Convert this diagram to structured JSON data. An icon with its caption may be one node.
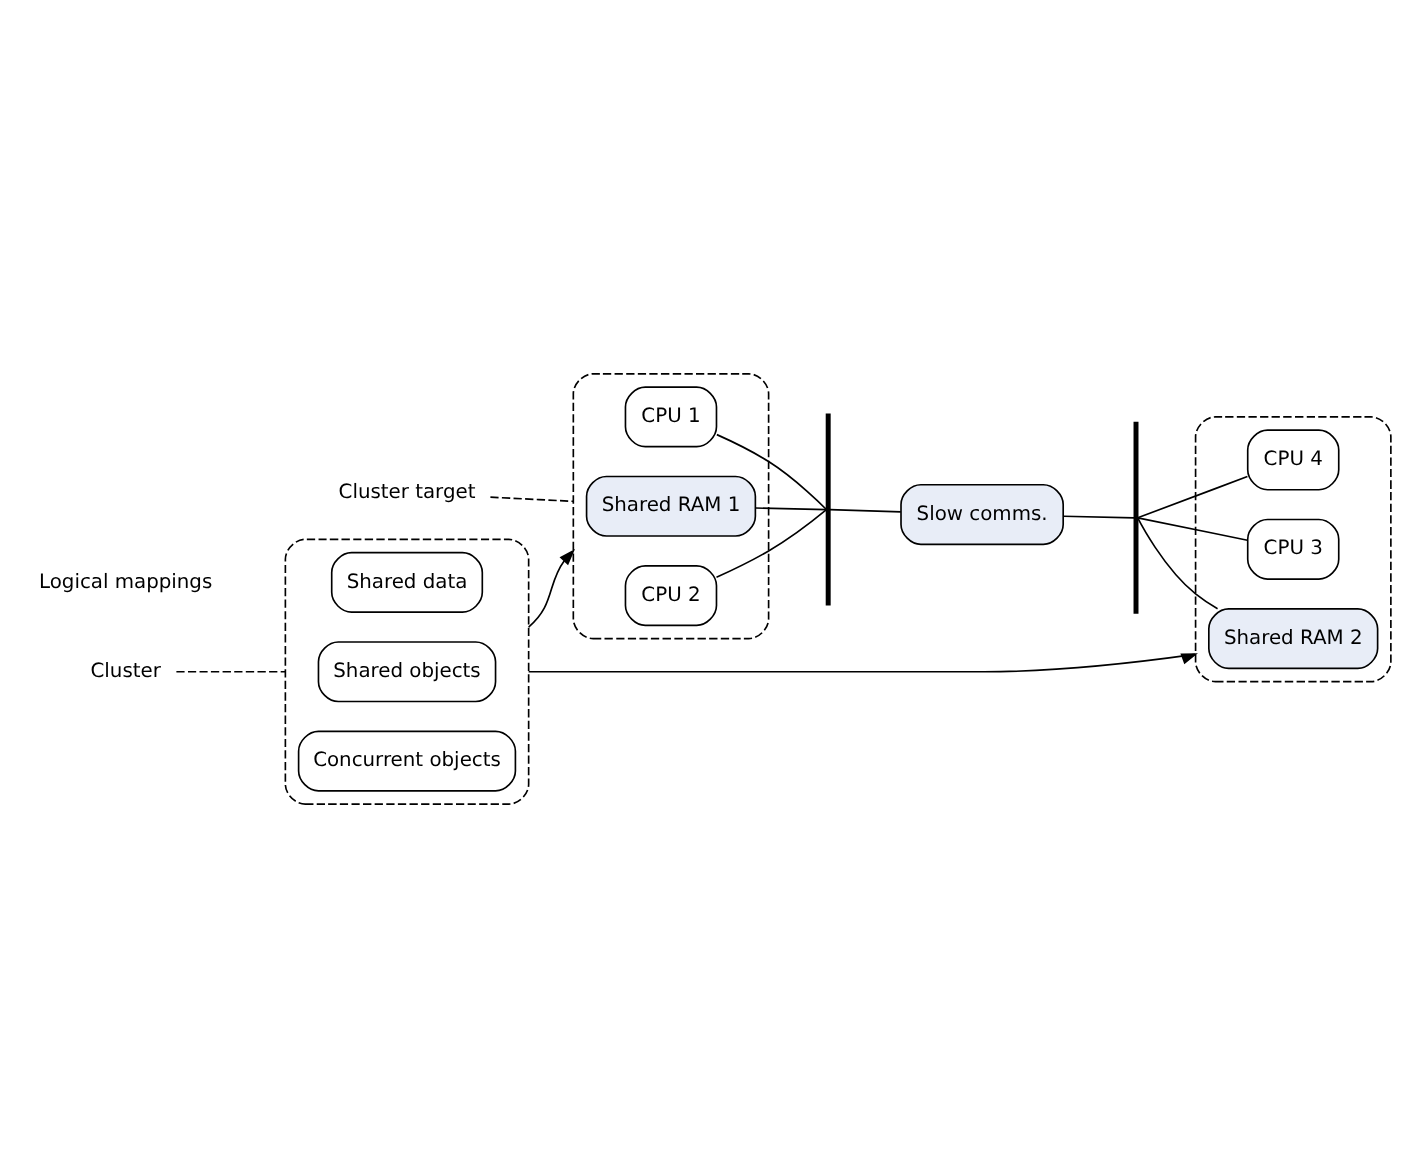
{
  "diagram": {
    "nodes": [
      {
        "text": [
          "Cluster"
        ]
      },
      {
        "text": [],
        "shape": "box"
      },
      {
        "text": [
          "Shared data"
        ],
        "in": 1
      },
      {
        "text": [
          "Shared objects"
        ],
        "in": 1
      },
      {
        "text": [
          "Concurrent objects"
        ],
        "in": 1
      },
      {
        "text": [],
        "shape": "box"
      },
      {
        "text": [
          "CPU 1"
        ],
        "in": 5
      },
      {
        "text": [
          "Shared RAM 1"
        ],
        "in": 5
      },
      {
        "text": [
          "CPU 2"
        ],
        "in": 5
      },
      {
        "text": [],
        "shape": "bar"
      },
      {
        "text": [
          "Slow comms."
        ]
      },
      {
        "text": [],
        "shape": "bar"
      },
      {
        "text": [],
        "shape": "box"
      },
      {
        "text": [
          "CPU 3"
        ],
        "in": 12
      },
      {
        "text": [
          "Shared RAM 2"
        ],
        "in": 12
      },
      {
        "text": [
          "CPU 4"
        ],
        "in": 12
      },
      {
        "text": [
          "Cluster target"
        ]
      }
    ],
    "edges": [
      {
        "from": 0,
        "to": 1,
        "arrow": "none",
        "style": "dashed"
      },
      {
        "from": 1,
        "to": 5,
        "arrow": "to"
      },
      {
        "from": 1,
        "to": 12,
        "arrow": "to"
      },
      {
        "from": 6,
        "to": 9,
        "arrow": "none"
      },
      {
        "from": 7,
        "to": 9,
        "arrow": "none"
      },
      {
        "from": 8,
        "to": 9,
        "arrow": "none"
      },
      {
        "from": 9,
        "to": 10,
        "arrow": "none"
      },
      {
        "from": 10,
        "to": 11,
        "arrow": "none"
      },
      {
        "from": 11,
        "to": 13,
        "arrow": "none"
      },
      {
        "from": 11,
        "to": 14,
        "arrow": "none"
      },
      {
        "from": 11,
        "to": 15,
        "arrow": "none"
      },
      {
        "from": 16,
        "to": 5,
        "arrow": "none",
        "style": "dashed"
      }
    ],
    "labels": [
      "Logical mappings"
    ]
  }
}
